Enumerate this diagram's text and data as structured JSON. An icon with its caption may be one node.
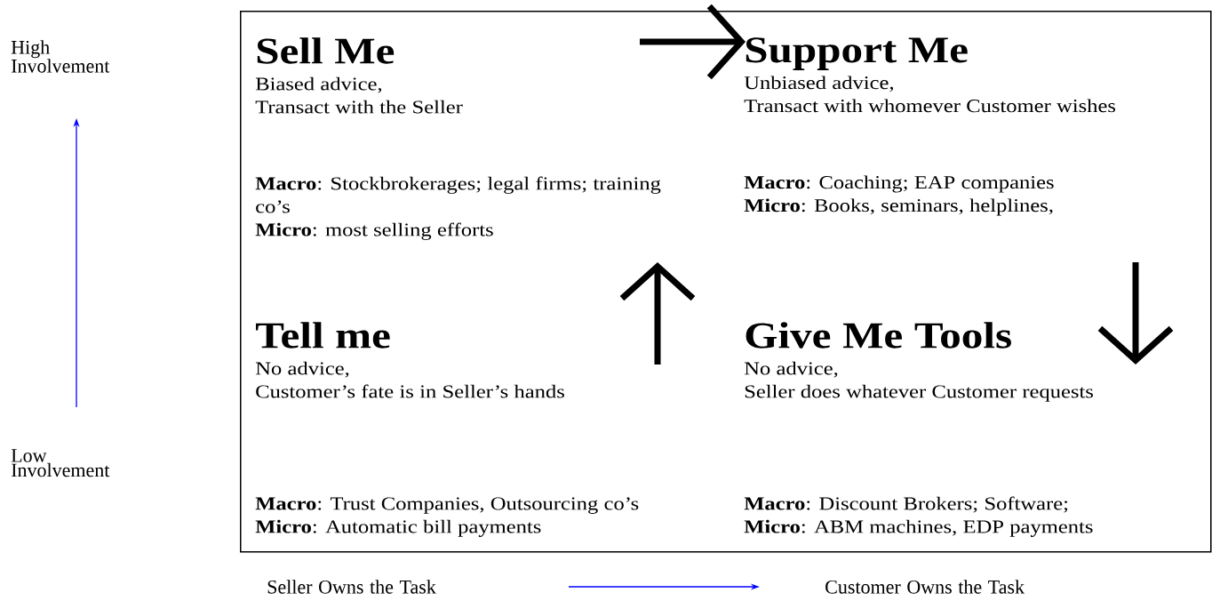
{
  "diagram": {
    "nodes": [
      {
        "text": [],
        "shape": "box"
      },
      {
        "text": [
          "Sell Me",
          "Biased advice,",
          "Transact with the Seller",
          "**Macro**: Stockbrokerages; legal firms; training co’s",
          "**Micro**: most selling efforts"
        ],
        "in": 0
      },
      {
        "text": [
          "Support Me",
          "Unbiased advice,",
          "Transact with whomever Customer wishes",
          "**Macro**: Coaching; EAP companies",
          "**Micro**: Books, seminars, helplines,"
        ],
        "in": 0
      },
      {
        "text": [
          "Tell me",
          "No advice,",
          "Customer’s fate is in Seller’s hands",
          "**Macro**: Trust Companies, Outsourcing co’s",
          "**Micro**: Automatic bill payments"
        ],
        "in": 0
      },
      {
        "text": [
          "Give Me Tools",
          "No advice,",
          "Seller does whatever Customer requests",
          "**Macro**: Discount Brokers; Software;",
          "**Micro**: ABM machines, EDP payments"
        ],
        "in": 0
      }
    ],
    "edges": [
      {
        "from": 3,
        "to": 1,
        "arrow": "to"
      },
      {
        "from": 1,
        "to": 2,
        "arrow": "to"
      },
      {
        "from": 2,
        "to": 4,
        "arrow": "to"
      }
    ],
    "labels": [
      "High Involvement",
      "Low Involvement",
      "Seller Owns the Task",
      "Customer Owns the Task"
    ]
  }
}
